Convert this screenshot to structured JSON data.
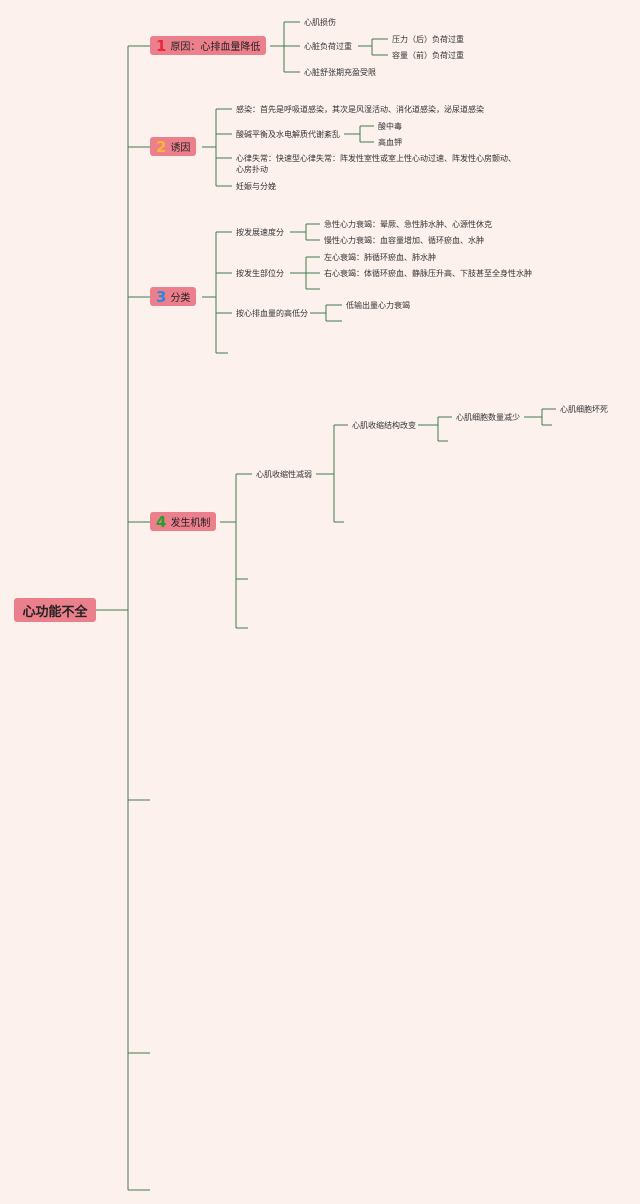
{
  "root": {
    "label": "心功能不全"
  },
  "branches": [
    {
      "num": "1",
      "num_color": "#e8283c",
      "label": "原因：心排血量降低",
      "children": [
        "心肌损伤",
        "心脏负荷过重",
        "压力（后）负荷过重",
        "容量（前）负荷过重",
        "心脏舒张期充盈受限"
      ]
    },
    {
      "num": "2",
      "num_color": "#f7b531",
      "label": "诱因",
      "children": [
        "感染：首先是呼吸道感染，其次是风湿活动、消化道感染，泌尿道感染",
        "酸碱平衡及水电解质代谢紊乱",
        "酸中毒",
        "高血钾",
        "心律失常：快速型心律失常：阵发性室性或室上性心动过速、阵发性心房颤动、",
        "心房扑动",
        "妊娠与分娩"
      ]
    },
    {
      "num": "3",
      "num_color": "#2e86de",
      "label": "分类",
      "children": [
        "按发展速度分",
        "急性心力衰竭：晕厥、急性肺水肿、心源性休克",
        "慢性心力衰竭：血容量增加、循环瘀血、水肿",
        "按发生部位分",
        "左心衰竭：肺循环瘀血、肺水肿",
        "右心衰竭：体循环瘀血、静脉压升高、下肢甚至全身性水肿",
        "按心排血量的高低分",
        "低输出量心力衰竭"
      ]
    },
    {
      "num": "4",
      "num_color": "#2a9d2a",
      "label": "发生机制",
      "children": [
        "心肌收缩性减弱",
        "心肌收缩结构改变",
        "心肌细胞数量减少",
        "心肌细胞坏死"
      ]
    }
  ]
}
